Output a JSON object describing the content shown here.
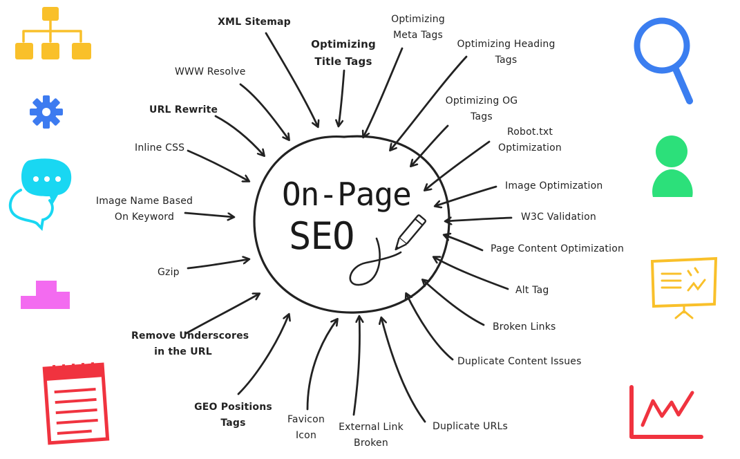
{
  "center": {
    "line1": "On-Page",
    "line2": "SEO"
  },
  "labels": {
    "xml_sitemap": "XML Sitemap",
    "optimizing_title_tags": [
      "Optimizing",
      "Title Tags"
    ],
    "optimizing_meta_tags": [
      "Optimizing",
      "Meta Tags"
    ],
    "optimizing_heading_tags": [
      "Optimizing Heading",
      "Tags"
    ],
    "www_resolve": "WWW Resolve",
    "optimizing_og_tags": [
      "Optimizing OG",
      "Tags"
    ],
    "url_rewrite": "URL Rewrite",
    "robot_txt": [
      "Robot.txt",
      "Optimization"
    ],
    "inline_css": "Inline CSS",
    "image_optimization": "Image Optimization",
    "image_name": [
      "Image Name Based",
      "On Keyword"
    ],
    "w3c_validation": "W3C Validation",
    "page_content_optimization": "Page Content Optimization",
    "gzip": "Gzip",
    "alt_tag": "Alt Tag",
    "remove_underscores": [
      "Remove Underscores",
      "in the URL"
    ],
    "broken_links": "Broken Links",
    "duplicate_content": "Duplicate Content Issues",
    "geo_positions": [
      "GEO Positions",
      "Tags"
    ],
    "favicon_icon": [
      "Favicon",
      "Icon"
    ],
    "external_link": [
      "External Link",
      "Broken"
    ],
    "duplicate_urls": "Duplicate URLs"
  },
  "icons": [
    {
      "name": "sitemap-icon",
      "color": "#F9C02A"
    },
    {
      "name": "gear-icon",
      "color": "#3D7BF0"
    },
    {
      "name": "chat-bubbles-icon",
      "color": "#19D7F2"
    },
    {
      "name": "puzzle-block-icon",
      "color": "#F36BF0"
    },
    {
      "name": "notepad-icon",
      "color": "#F0333F"
    },
    {
      "name": "magnifier-icon",
      "color": "#3B7EF0"
    },
    {
      "name": "user-icon",
      "color": "#2CE07A"
    },
    {
      "name": "presentation-board-icon",
      "color": "#F9C02A"
    },
    {
      "name": "line-chart-icon",
      "color": "#F0333F"
    }
  ]
}
